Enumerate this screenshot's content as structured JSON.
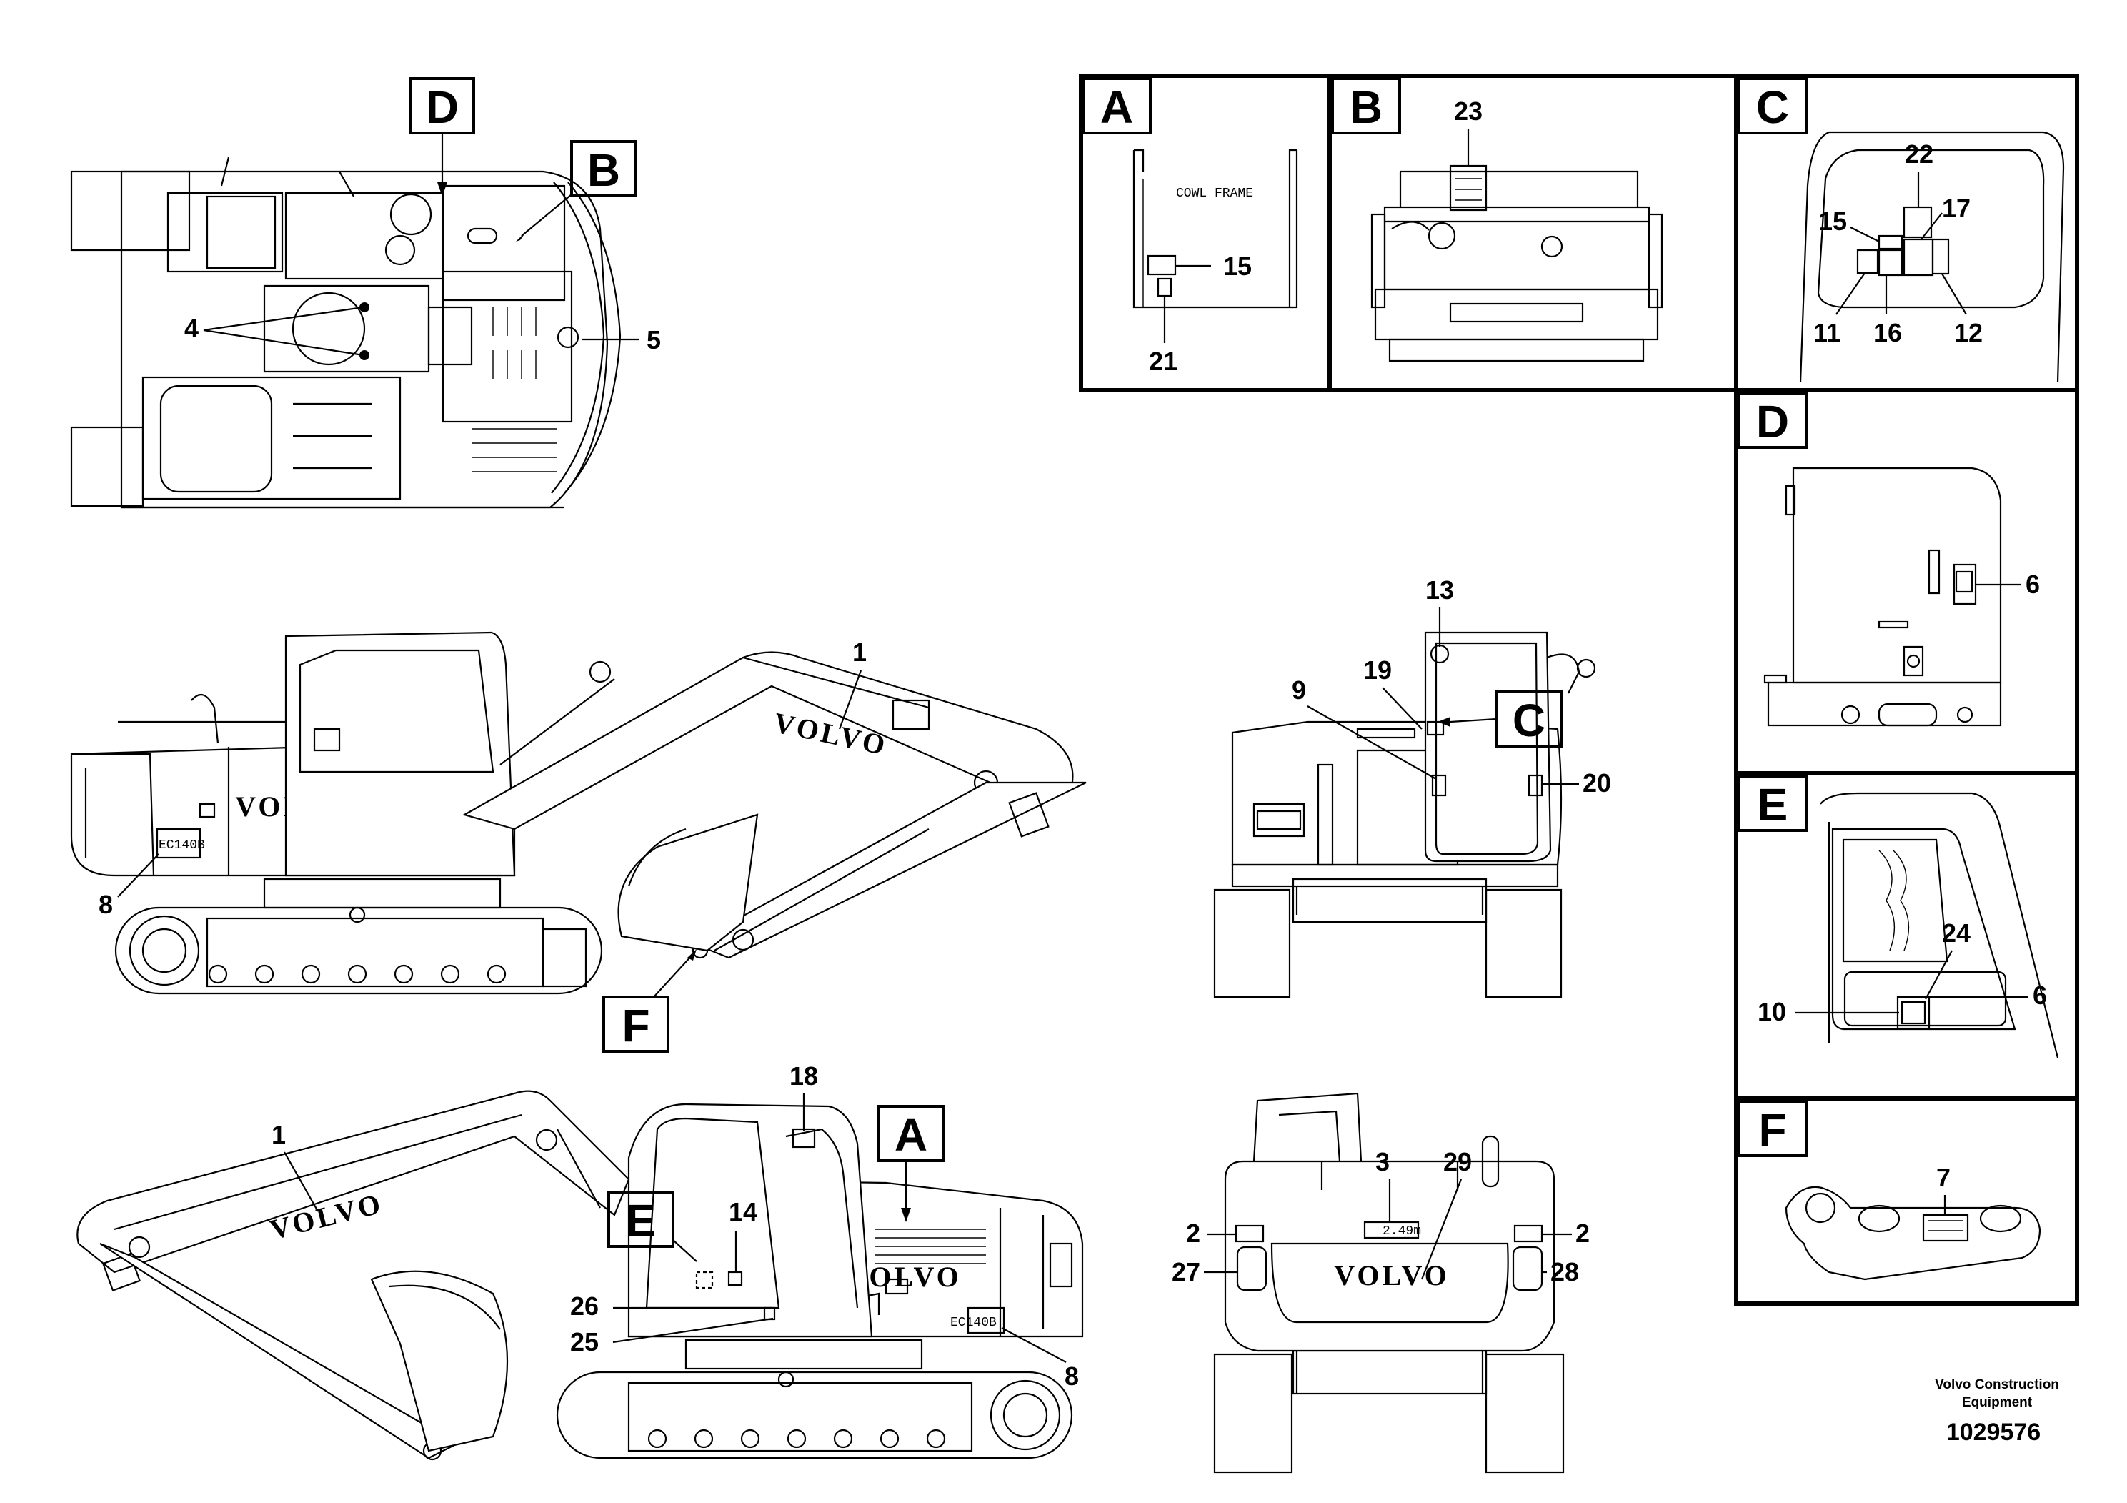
{
  "detail_letters": [
    "A",
    "B",
    "C",
    "D",
    "E",
    "F"
  ],
  "detail_a": {
    "caption": "COWL FRAME",
    "callouts": [
      "15",
      "21"
    ]
  },
  "detail_b": {
    "callouts": [
      "23"
    ]
  },
  "detail_c": {
    "callouts": [
      "22",
      "17",
      "15",
      "11",
      "16",
      "12"
    ]
  },
  "detail_d": {
    "callouts": [
      "6"
    ]
  },
  "detail_e": {
    "callouts": [
      "24",
      "10",
      "6"
    ]
  },
  "detail_f": {
    "callouts": [
      "7"
    ]
  },
  "top_view": {
    "view_letters": [
      "D",
      "B"
    ],
    "callouts": [
      "4",
      "5"
    ]
  },
  "left_side_view": {
    "callouts": [
      "1",
      "8"
    ],
    "view_letters": [
      "F"
    ],
    "brand_boom": "VOLVO",
    "brand_body": "VOLVO",
    "model": "EC140B"
  },
  "right_side_view": {
    "callouts": [
      "1",
      "18",
      "14",
      "26",
      "25",
      "8"
    ],
    "view_letters": [
      "A",
      "E"
    ],
    "brand_boom": "VOLVO",
    "brand_body": "VOLVO",
    "model": "EC140B"
  },
  "front_view": {
    "callouts": [
      "13",
      "19",
      "9",
      "20"
    ],
    "view_letters": [
      "C"
    ]
  },
  "rear_view": {
    "callouts": [
      "3",
      "29",
      "2",
      "2",
      "27",
      "28"
    ],
    "brand": "VOLVO",
    "width_label": "2.49m"
  },
  "credit": {
    "line1": "Volvo Construction",
    "line2": "Equipment"
  },
  "doc_number": "1029576"
}
